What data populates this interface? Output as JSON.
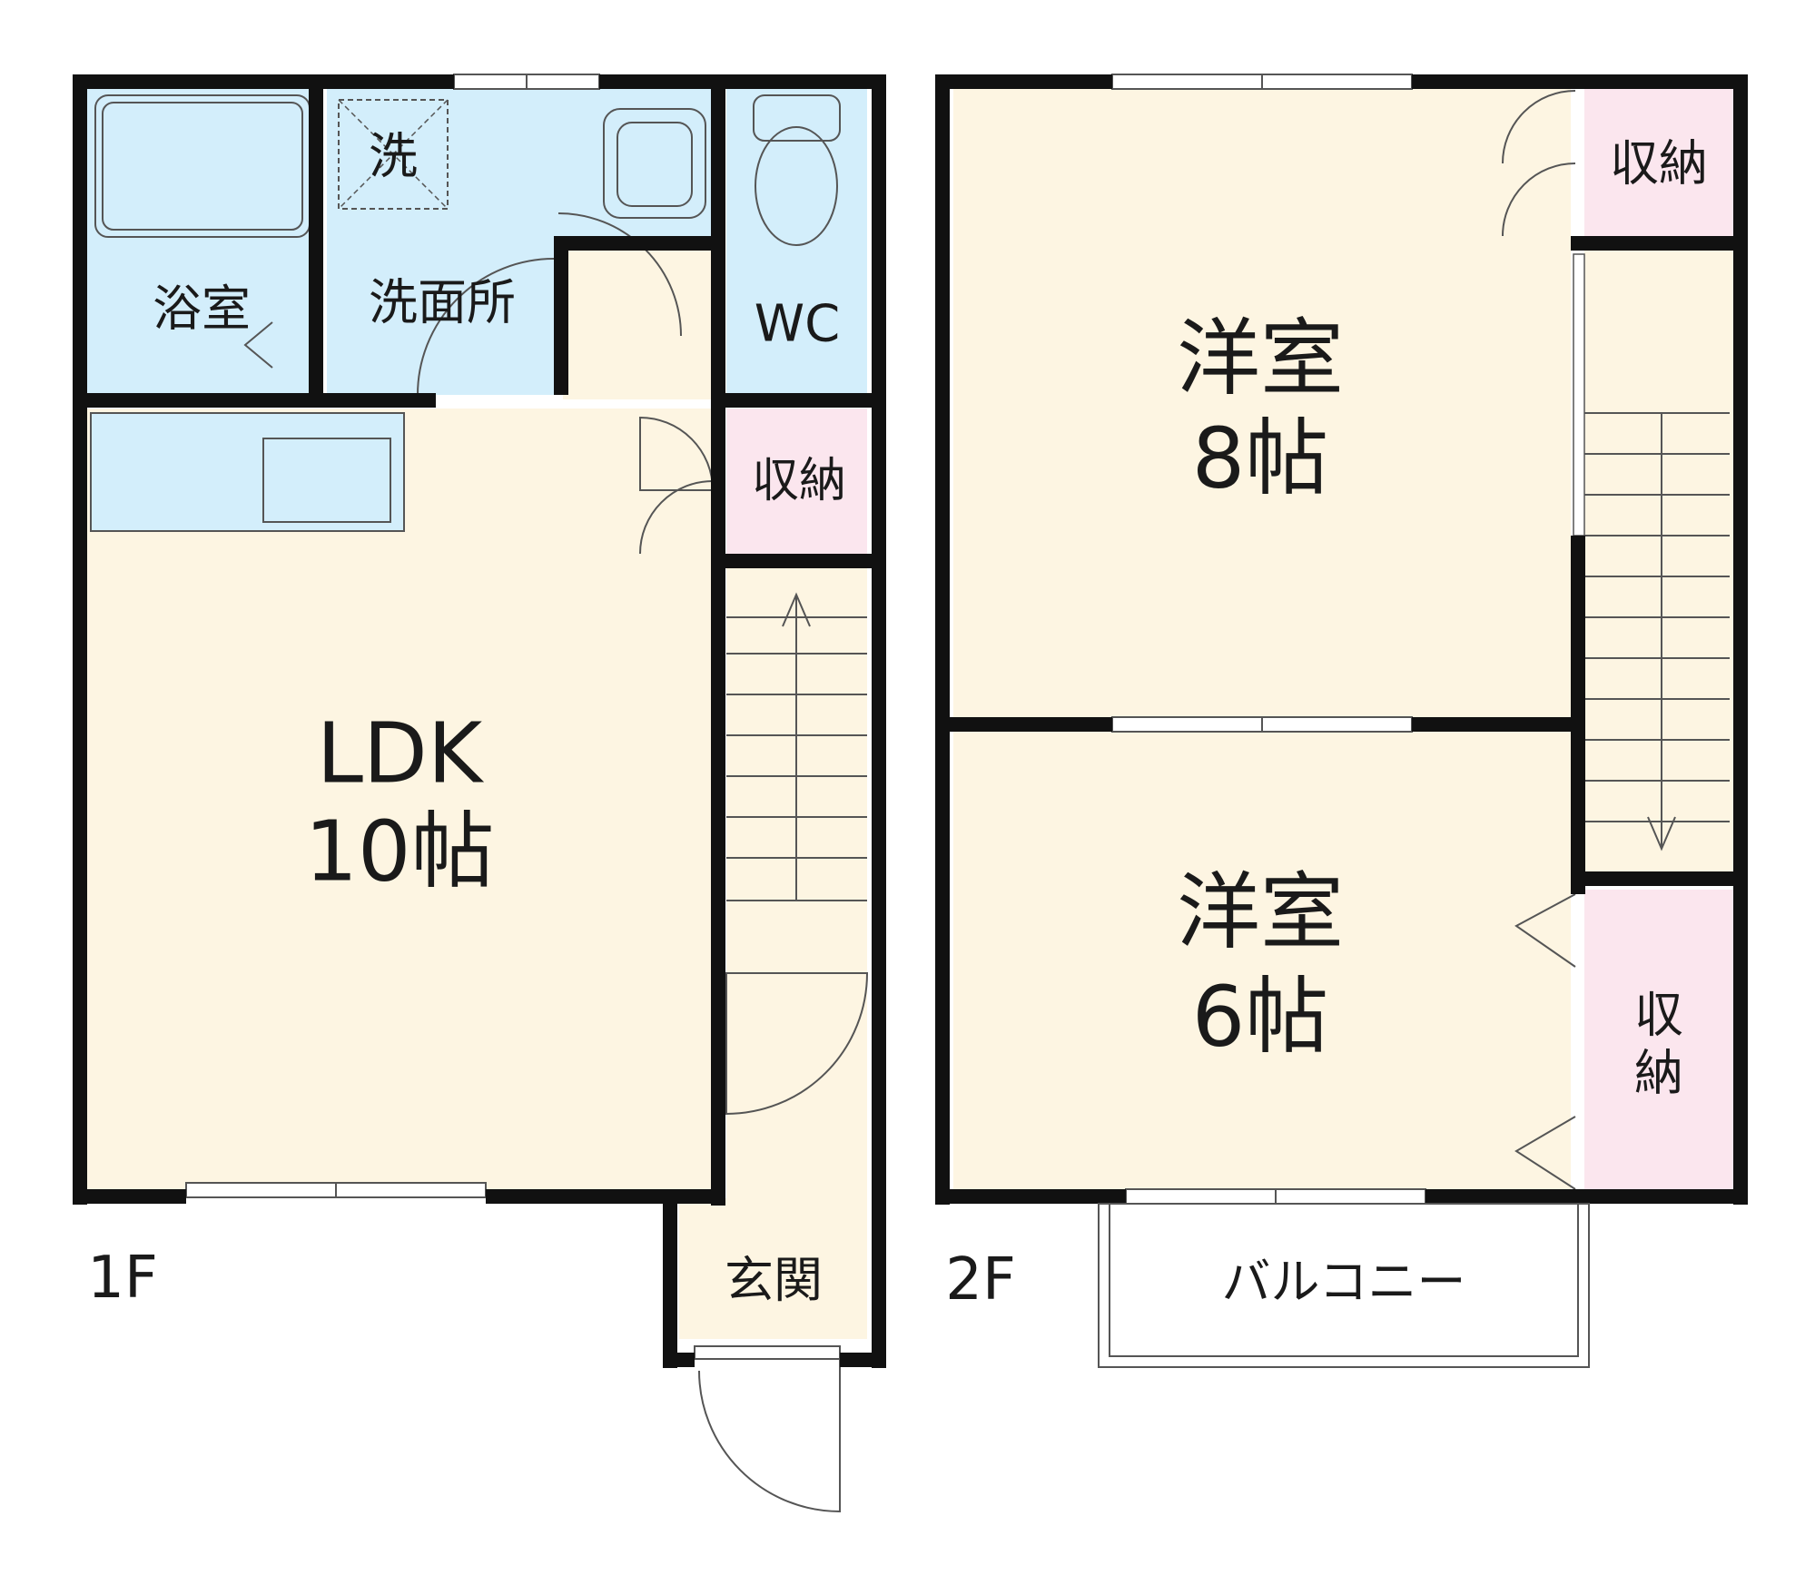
{
  "colors": {
    "wall": "#111111",
    "wet_area": "#d3eefb",
    "living_floor": "#fdf5e2",
    "storage": "#fbe6ee",
    "line": "#555555"
  },
  "floor1": {
    "label": "1F",
    "rooms": {
      "bath": "浴室",
      "washer": "洗",
      "washroom": "洗面所",
      "wc": "WC",
      "storage": "収納",
      "ldk_name": "LDK",
      "ldk_size": "10帖",
      "entrance": "玄関"
    }
  },
  "floor2": {
    "label": "2F",
    "rooms": {
      "western_room_a_name": "洋室",
      "western_room_a_size": "8帖",
      "western_room_b_name": "洋室",
      "western_room_b_size": "6帖",
      "storage_top": "収納",
      "storage_side_1": "収",
      "storage_side_2": "納",
      "balcony": "バルコニー"
    }
  }
}
